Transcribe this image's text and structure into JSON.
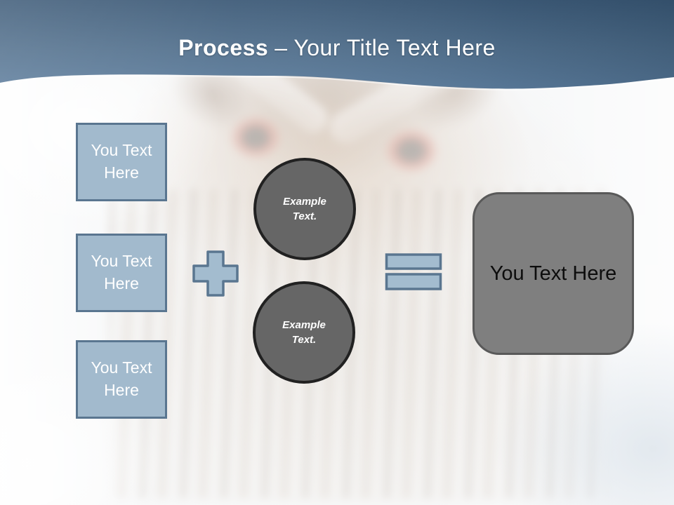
{
  "slide": {
    "title": {
      "bold": "Process",
      "regular": "– Your Title Text Here"
    }
  },
  "diagram": {
    "input_boxes": [
      {
        "label": "You Text Here"
      },
      {
        "label": "You Text Here"
      },
      {
        "label": "You Text Here"
      }
    ],
    "operators": [
      {
        "icon": "plus-icon"
      },
      {
        "icon": "equals-icon"
      }
    ],
    "example_circles": [
      {
        "label": "Example Text."
      },
      {
        "label": "Example Text."
      }
    ],
    "result_box": {
      "label": "You Text Here"
    }
  },
  "colors": {
    "header_top": "#3f5c79",
    "header_bottom": "#5d7d9d",
    "title_text": "#ffffff",
    "shape_fill": "#a2bacd",
    "shape_border": "#5a7690",
    "circle_fill": "#666666",
    "circle_border": "#212121",
    "result_fill": "#7f7f7f",
    "result_border": "#595959",
    "result_text": "#0d0d0d"
  }
}
